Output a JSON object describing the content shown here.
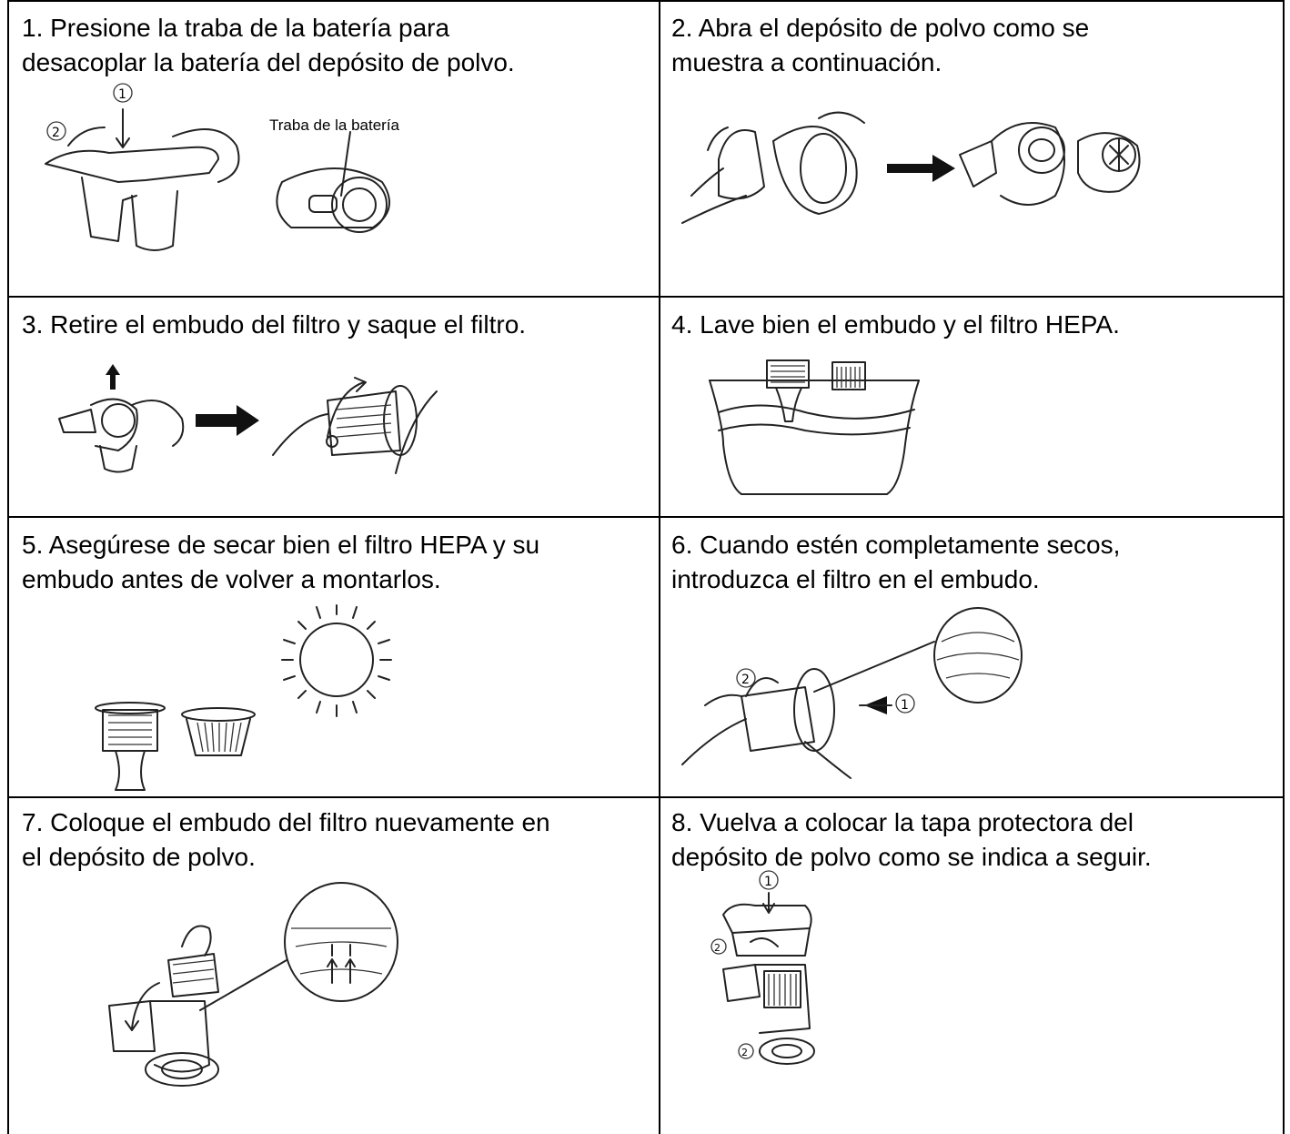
{
  "steps": [
    {
      "line1": "1. Presione la traba de la batería para",
      "line2": "desacoplar la batería del depósito de polvo."
    },
    {
      "line1": "2. Abra el depósito de polvo como se",
      "line2": "muestra a continuación."
    },
    {
      "line1": "3. Retire el embudo del filtro y saque el filtro.",
      "line2": ""
    },
    {
      "line1": "4. Lave bien el embudo y el filtro HEPA.",
      "line2": ""
    },
    {
      "line1": "5. Asegúrese de secar bien el filtro HEPA y su",
      "line2": "embudo antes de volver a montarlos."
    },
    {
      "line1": "6. Cuando estén completamente secos,",
      "line2": "introduzca el filtro en el embudo."
    },
    {
      "line1": "7. Coloque el embudo del filtro nuevamente en",
      "line2": "el depósito de polvo."
    },
    {
      "line1": "8. Vuelva a colocar la tapa protectora del",
      "line2": "depósito de polvo como se indica a seguir."
    }
  ],
  "labels": {
    "battery_lock": "Traba de la batería",
    "n1": "①",
    "n2": "②"
  }
}
